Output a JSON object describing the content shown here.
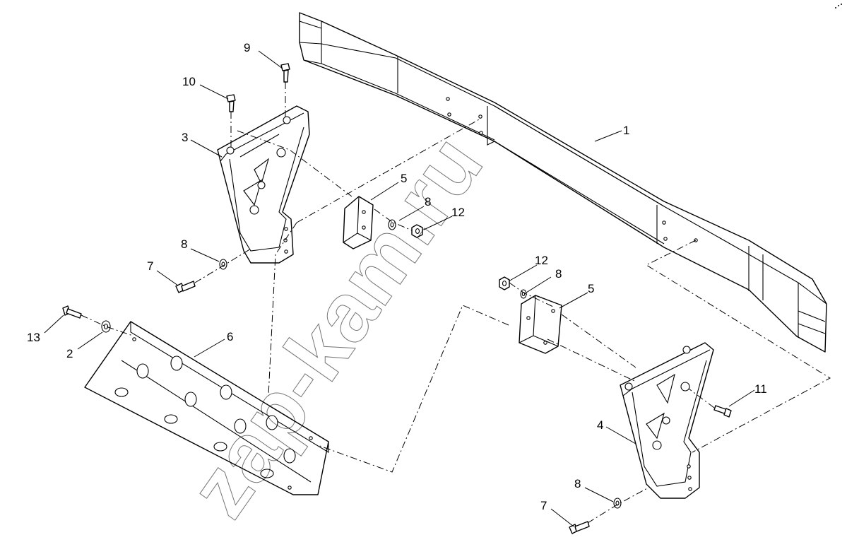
{
  "callouts": {
    "c1": "1",
    "c2": "2",
    "c3": "3",
    "c4": "4",
    "c5a": "5",
    "c5b": "5",
    "c6": "6",
    "c7a": "7",
    "c7b": "7",
    "c8a": "8",
    "c8b": "8",
    "c8c": "8",
    "c8d": "8",
    "c9": "9",
    "c10": "10",
    "c11": "11",
    "c12a": "12",
    "c12b": "12",
    "c13": "13"
  },
  "watermark": "zap-kam.ru"
}
